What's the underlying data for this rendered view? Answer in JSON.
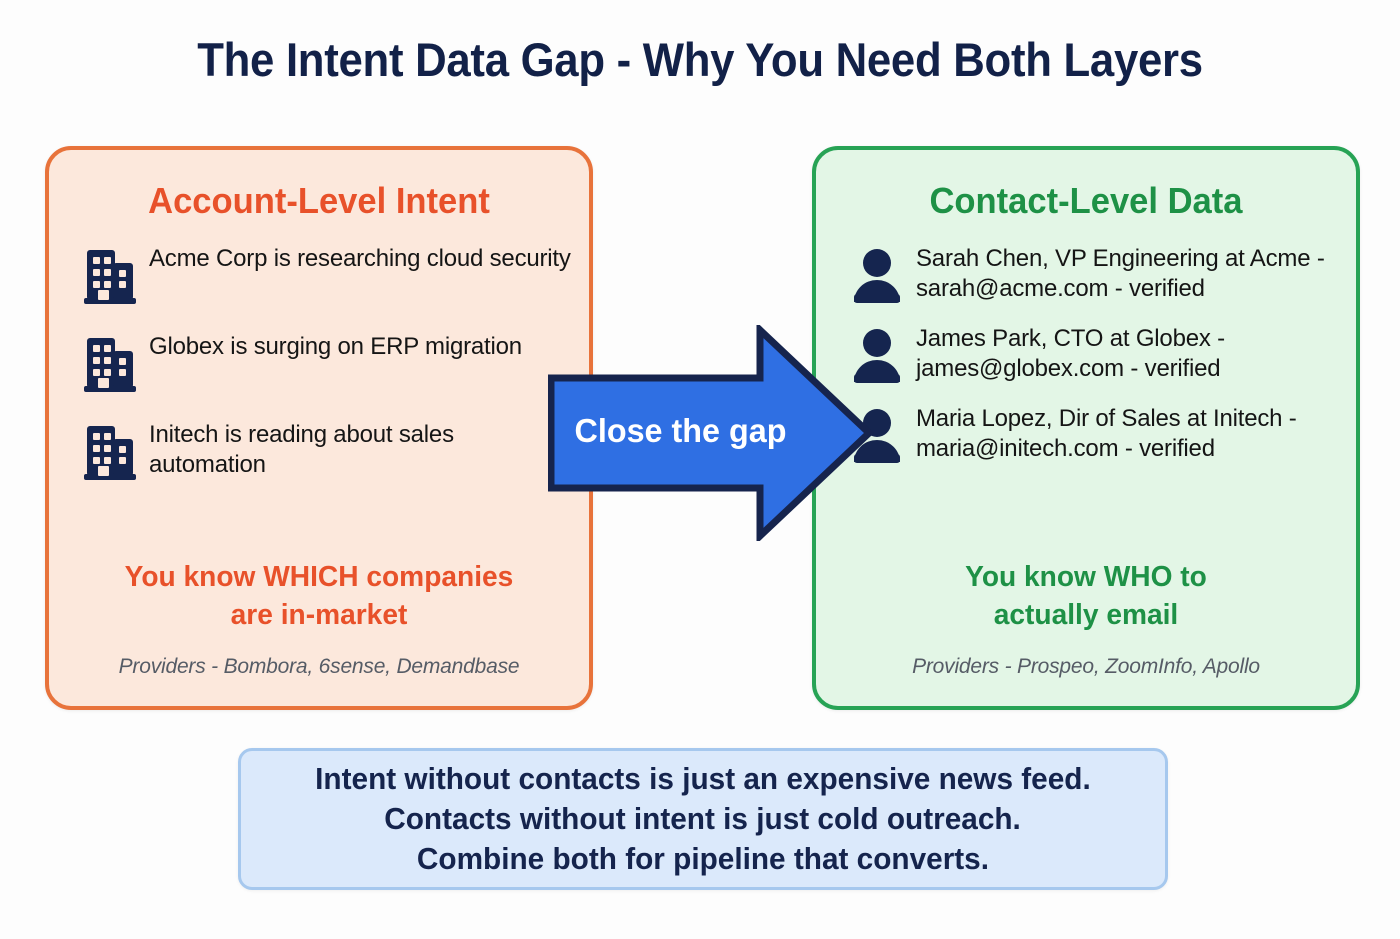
{
  "page": {
    "title": "The Intent Data Gap - Why You Need Both Layers",
    "background_color": "#fdfdfd",
    "title_color": "#122148"
  },
  "account_card": {
    "title": "Account-Level Intent",
    "accent_color": "#e8512a",
    "border_color": "#e8733b",
    "background_color": "#fce8dc",
    "icon_name": "building-icon",
    "icon_color": "#15254f",
    "items": [
      {
        "text": "Acme Corp is researching cloud security"
      },
      {
        "text": "Globex is surging on ERP migration"
      },
      {
        "text": "Initech is reading about sales automation"
      }
    ],
    "takeaway_lines": [
      "You know WHICH companies",
      "are in-market"
    ],
    "providers": "Providers - Bombora, 6sense, Demandbase"
  },
  "contact_card": {
    "title": "Contact-Level Data",
    "accent_color": "#1e9146",
    "border_color": "#27a355",
    "background_color": "#e3f6e6",
    "icon_name": "person-icon",
    "icon_color": "#15254f",
    "items": [
      {
        "text": "Sarah Chen, VP Engineering at Acme - sarah@acme.com - verified"
      },
      {
        "text": "James Park, CTO at Globex - james@globex.com - verified"
      },
      {
        "text": "Maria Lopez, Dir of Sales at Initech - maria@initech.com - verified"
      }
    ],
    "takeaway_lines": [
      "You know WHO to",
      "actually email"
    ],
    "providers": "Providers - Prospeo, ZoomInfo, Apollo"
  },
  "arrow": {
    "label": "Close the gap",
    "fill_color": "#2f6fe3",
    "outline_color": "#16244d",
    "text_color": "#ffffff",
    "direction": "right"
  },
  "summary_banner": {
    "background_color": "#dbe9fb",
    "border_color": "#a6c8ee",
    "text_color": "#15244d",
    "lines": [
      "Intent without contacts is just an expensive news feed.",
      "Contacts without intent is just cold outreach.",
      "Combine both for pipeline that converts."
    ]
  }
}
